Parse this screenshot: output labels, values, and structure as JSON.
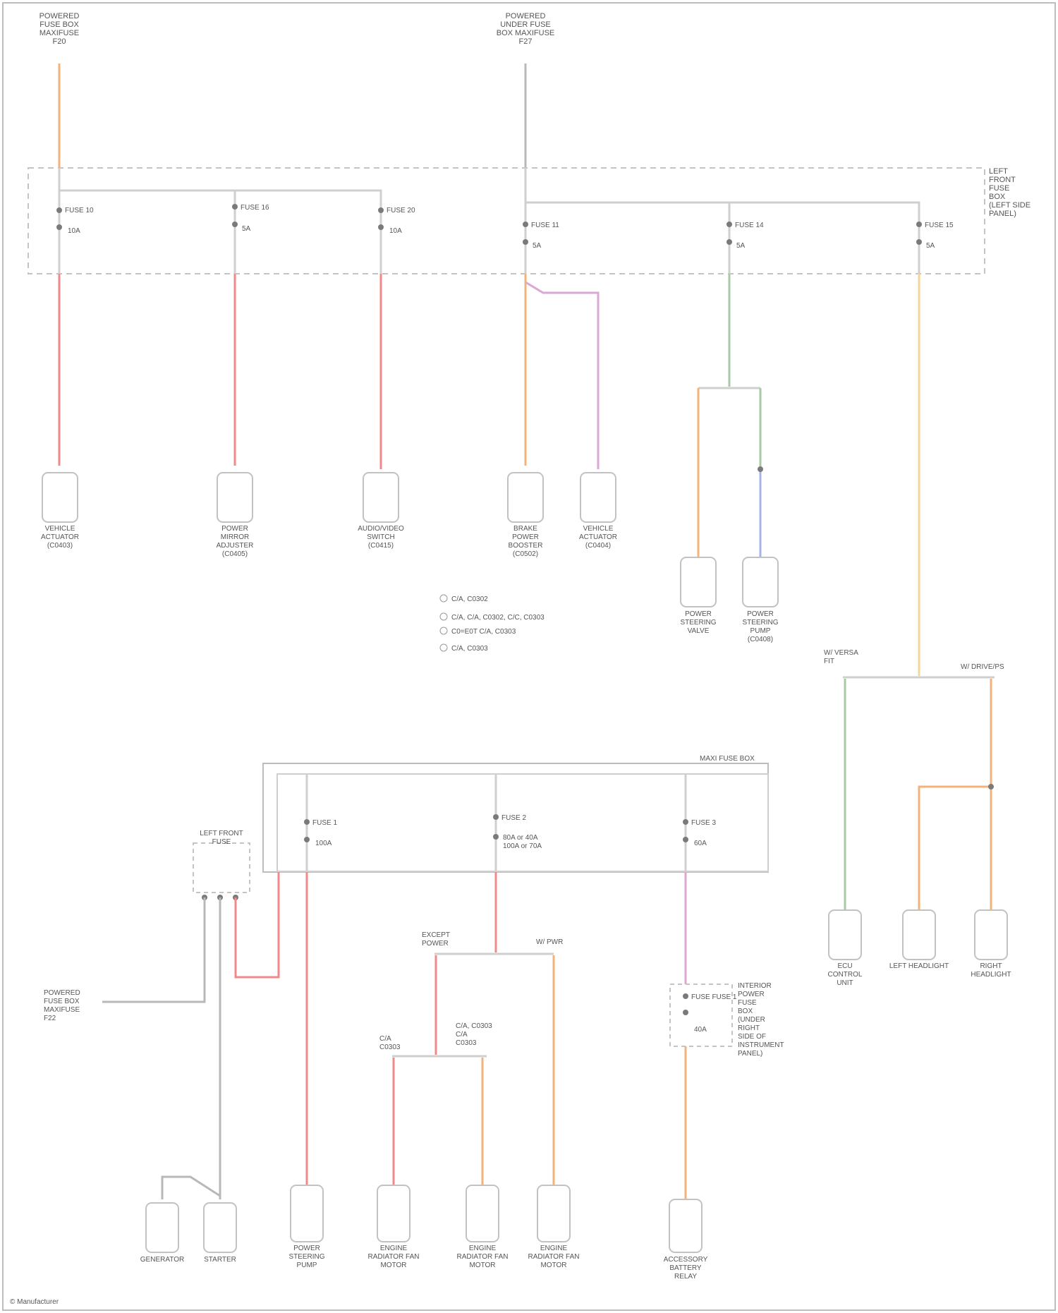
{
  "colors": {
    "red": "#f08a8a",
    "orange": "#f3b27a",
    "pink": "#dba7d4",
    "green": "#a9c9a6",
    "gray": "#b8b8b8",
    "blue": "#a8b4e6",
    "yellow": "#f6d59a"
  },
  "top_sources": [
    {
      "id": "src1",
      "label": "POWERED\nFUSE BOX\nMAXIFUSE\nF20"
    },
    {
      "id": "src2",
      "label": "POWERED\nUNDER FUSE\nBOX MAXIFUSE\nF27"
    }
  ],
  "top_box_label": "LEFT\nFRONT\nFUSE\nBOX\n(LEFT SIDE\nPANEL)",
  "top_fuses": [
    {
      "id": "f1",
      "name": "FUSE 10",
      "amp": "10A"
    },
    {
      "id": "f2",
      "name": "FUSE 16",
      "amp": "5A"
    },
    {
      "id": "f3",
      "name": "FUSE 20",
      "amp": "10A"
    },
    {
      "id": "f4",
      "name": "FUSE 11",
      "amp": "5A"
    },
    {
      "id": "f5",
      "name": "FUSE 14",
      "amp": "5A"
    },
    {
      "id": "f6",
      "name": "FUSE 15",
      "amp": "5A"
    }
  ],
  "top_components": [
    {
      "id": "c1",
      "label": "VEHICLE\nACTUATOR\n(C0403)"
    },
    {
      "id": "c2",
      "label": "POWER\nMIRROR\nADJUSTER\n(C0405)"
    },
    {
      "id": "c3",
      "label": "AUDIO/VIDEO\nSWITCH\n(C0415)"
    },
    {
      "id": "c4",
      "label": "BRAKE\nPOWER\nBOOSTER\n(C0502)"
    },
    {
      "id": "c5",
      "label": "VEHICLE\nACTUATOR\n(C0404)"
    },
    {
      "id": "c6",
      "label": "POWER\nSTEERING\nVALVE"
    },
    {
      "id": "c7",
      "label": "POWER\nSTEERING\nPUMP\n(C0408)"
    }
  ],
  "legend": [
    "C/A, C0302",
    "C/A, C/A, C0302, C/C, C0303",
    "C0=E0T C/A, C0303",
    "C/A, C0303"
  ],
  "right_branch": {
    "left_label": "W/ VERSA\nFIT",
    "right_label": "W/ DRIVE/PS",
    "components": [
      {
        "id": "r1",
        "label": "ECU\nCONTROL\nUNIT"
      },
      {
        "id": "r2",
        "label": "LEFT HEADLIGHT"
      },
      {
        "id": "r3",
        "label": "RIGHT\nHEADLIGHT"
      }
    ]
  },
  "lower_box_label": "MAXI FUSE BOX",
  "lower_fuses": [
    {
      "id": "lf1",
      "name": "FUSE 1",
      "amp": "100A"
    },
    {
      "id": "lf2",
      "name": "FUSE 2",
      "amp": "80A or 40A\n100A or 70A"
    },
    {
      "id": "lf3",
      "name": "FUSE 3",
      "amp": "60A"
    }
  ],
  "lower_left": {
    "fuse_label": "LEFT FRONT\nFUSE",
    "source_label": "POWERED\nFUSE BOX\nMAXIFUSE\nF22",
    "components": [
      {
        "id": "l1",
        "label": "GENERATOR"
      },
      {
        "id": "l2",
        "label": "STARTER"
      }
    ]
  },
  "lower_mid": {
    "left_label": "EXCEPT\nPOWER",
    "right_label": "W/ PWR",
    "sub_left_label": "C/A\nC0303",
    "sub_right_label": "C/A, C0303\nC/A\nC0303",
    "components": [
      {
        "id": "m1",
        "label": "POWER\nSTEERING\nPUMP"
      },
      {
        "id": "m2",
        "label": "ENGINE\nRADIATOR FAN\nMOTOR"
      },
      {
        "id": "m3",
        "label": "ENGINE\nRADIATOR FAN\nMOTOR"
      },
      {
        "id": "m4",
        "label": "ENGINE\nRADIATOR FAN\nMOTOR"
      }
    ]
  },
  "lower_right": {
    "box_label": "INTERIOR\nPOWER\nFUSE\nBOX\n(UNDER\nRIGHT\nSIDE OF\nINSTRUMENT\nPANEL)",
    "fuse_name": "FUSE FUSE 1",
    "fuse_amp": "40A",
    "component_label": "ACCESSORY\nBATTERY\nRELAY"
  },
  "footer": "© Manufacturer"
}
